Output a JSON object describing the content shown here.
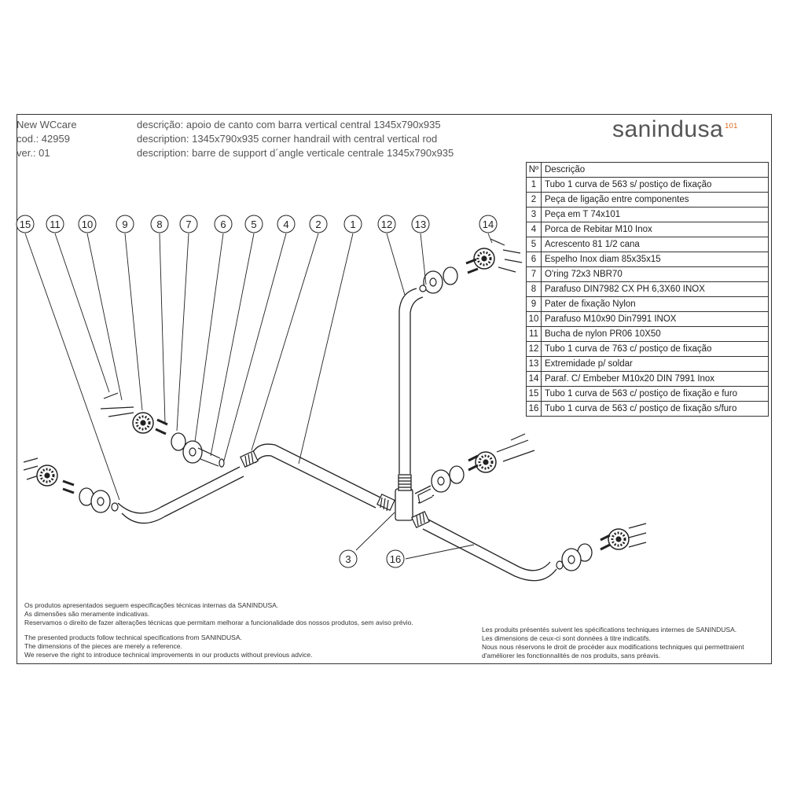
{
  "header": {
    "product": "New WCcare",
    "code": "cod.: 42959",
    "version": "ver.: 01",
    "desc_pt": "descrição: apoio de canto com barra vertical central 1345x790x935",
    "desc_en": "description: 1345x790x935 corner handrail with central vertical rod",
    "desc_fr": "description: barre de support d´angle verticale centrale 1345x790x935"
  },
  "logo": {
    "text": "sanindusa",
    "badge": "101",
    "accent": "#e06010"
  },
  "parts_table": {
    "col_no": "Nº",
    "col_desc": "Descrição",
    "rows": [
      {
        "no": "1",
        "desc": "Tubo 1 curva de 563 s/ postiço de fixação"
      },
      {
        "no": "2",
        "desc": "Peça de ligação entre componentes"
      },
      {
        "no": "3",
        "desc": "Peça em T 74x101"
      },
      {
        "no": "4",
        "desc": "Porca de Rebitar M10 Inox"
      },
      {
        "no": "5",
        "desc": "Acrescento 81 1/2 cana"
      },
      {
        "no": "6",
        "desc": "Espelho Inox diam 85x35x15"
      },
      {
        "no": "7",
        "desc": "O'ring 72x3  NBR70"
      },
      {
        "no": "8",
        "desc": "Parafuso DIN7982 CX PH 6,3X60 INOX"
      },
      {
        "no": "9",
        "desc": "Pater de fixação Nylon"
      },
      {
        "no": "10",
        "desc": "Parafuso M10x90 Din7991 INOX"
      },
      {
        "no": "11",
        "desc": "Bucha de nylon PR06 10X50"
      },
      {
        "no": "12",
        "desc": "Tubo 1 curva de 763 c/ postiço de fixação"
      },
      {
        "no": "13",
        "desc": "Extremidade p/ soldar"
      },
      {
        "no": "14",
        "desc": "Paraf. C/ Embeber  M10x20 DIN 7991 Inox"
      },
      {
        "no": "15",
        "desc": "Tubo 1 curva de 563 c/ postiço de fixação e furo"
      },
      {
        "no": "16",
        "desc": "Tubo 1 curva de 563 c/ postiço de fixação s/furo"
      }
    ]
  },
  "callouts": [
    "15",
    "11",
    "10",
    "9",
    "8",
    "7",
    "6",
    "5",
    "4",
    "2",
    "1",
    "12",
    "13",
    "14",
    "3",
    "16"
  ],
  "notes_pt": [
    "Os produtos apresentados seguem especificações técnicas internas da SANINDUSA.",
    "As dimensões são meramente indicativas.",
    "Reservamos o direito de fazer alterações técnicas que permitam melhorar a funcionalidade dos nossos produtos, sem aviso prévio."
  ],
  "notes_en": [
    "The presented products follow technical specifications from SANINDUSA.",
    "The dimensions of the pieces are merely a reference.",
    "We reserve the right to introduce technical improvements in our products without previous advice."
  ],
  "notes_fr": [
    "Les produits présentés suivent les spécifications techniques internes de SANINDUSA.",
    "Les dimensions de ceux-ci sont données à titre indicatifs.",
    "Nous nous réservons le droit de procéder aux modifications techniques qui permettraient",
    "d'améliorer les fonctionnalités de nos produits, sans préavis."
  ]
}
